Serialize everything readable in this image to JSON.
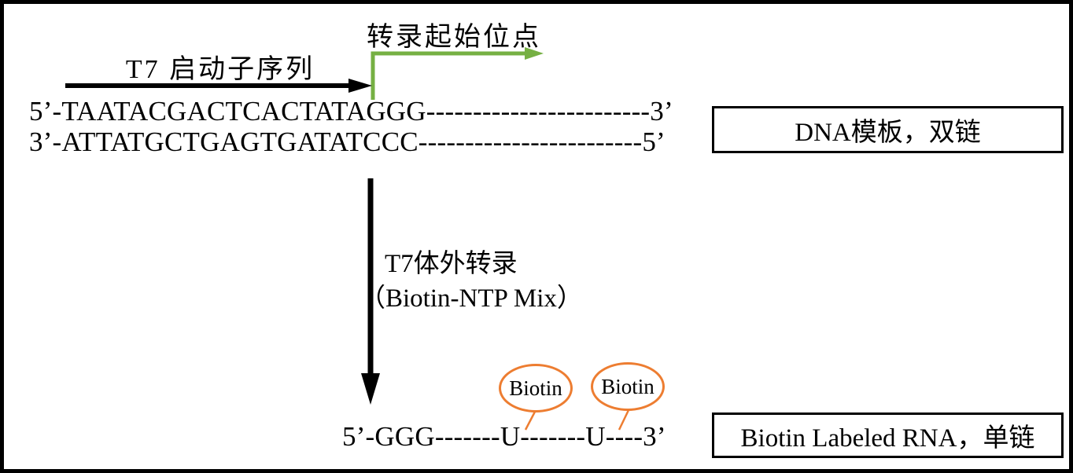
{
  "title_labels": {
    "transcription_start": "转录起始位点",
    "t7_promoter": "T7 启动子序列"
  },
  "dna": {
    "top_strand": "5’-TAATACGACTCACTATAGGG------------------------3’",
    "bottom_strand": "3’-ATTATGCTGAGTGATATCCC------------------------5’",
    "box_label": "DNA模板，双链"
  },
  "reaction": {
    "line1": "T7体外转录",
    "line2": "（Biotin-NTP Mix）"
  },
  "rna": {
    "sequence": "5’-GGG-------U-------U----3’",
    "box_label": "Biotin Labeled RNA，单链"
  },
  "biotin_tags": [
    {
      "label": "Biotin"
    },
    {
      "label": "Biotin"
    }
  ],
  "colors": {
    "arrow_green": "#76B043",
    "biotin_orange": "#ED7D31",
    "ink_black": "#000000"
  }
}
